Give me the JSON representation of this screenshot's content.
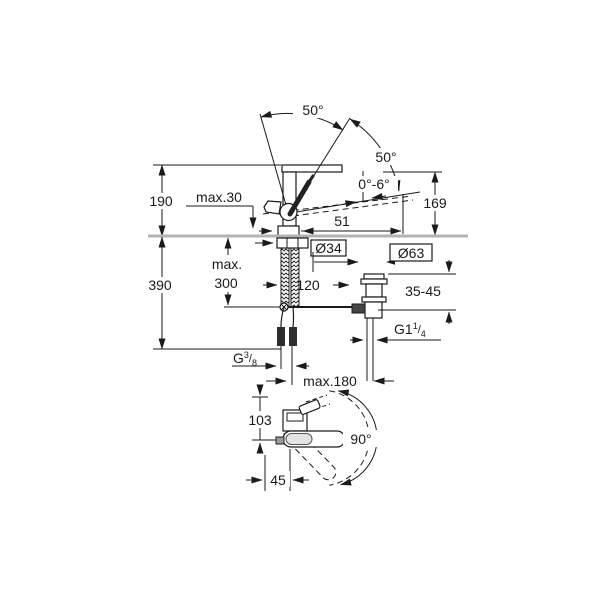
{
  "colors": {
    "background": "#ffffff",
    "line": "#1a1a1a",
    "counter_line": "#b3b3b3",
    "hose_connector_fill": "#2e2e2e"
  },
  "side_view": {
    "angle_lever_swing_top": "50°",
    "angle_lever_swing_side": "50°",
    "angle_spout_tilt": "0°-6°",
    "dim_height_above_deck": "190",
    "dim_outlet_height": "169",
    "dim_max_deck_offset": "max.30",
    "dim_spout_reach": "51",
    "dim_mounting_hole": "Ø34",
    "dim_max_below_line1": "max.",
    "dim_max_below_line2": "300",
    "dim_total_height": "390",
    "dim_shank_offset": "120"
  },
  "drain": {
    "dim_flange_diameter": "Ø63",
    "dim_adjust_range": "35-45",
    "thread_prefix": "G1",
    "thread_numerator": "1",
    "thread_slash": "/",
    "thread_denominator": "4"
  },
  "supply": {
    "thread_prefix": "G",
    "thread_numerator": "3",
    "thread_slash": "/",
    "thread_denominator": "8",
    "dim_drain_offset": "max.180"
  },
  "plan_view": {
    "dim_body_height": "103",
    "angle_handle_swing": "90°",
    "dim_spout_offset": "45"
  }
}
